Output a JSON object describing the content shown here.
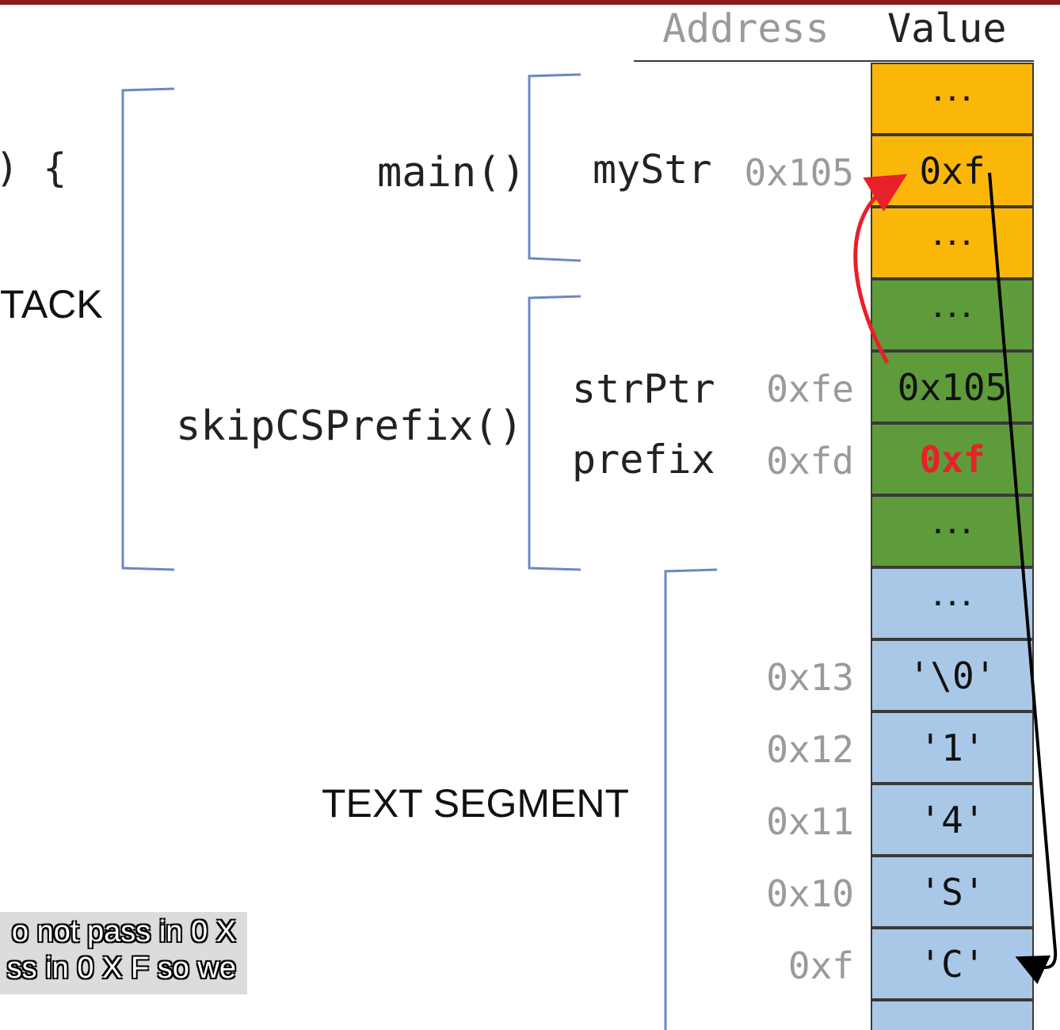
{
  "header": {
    "address": "Address",
    "value": "Value"
  },
  "left_text": {
    "code_fragment": ") {",
    "stack_fragment": "TACK"
  },
  "frames": {
    "main": "main()",
    "skip": "skipCSPrefix()",
    "text_segment": "TEXT SEGMENT"
  },
  "vars": {
    "mystr": {
      "name": "myStr",
      "addr": "0x105"
    },
    "strptr": {
      "name": "strPtr",
      "addr": "0xfe"
    },
    "prefix": {
      "name": "prefix",
      "addr": "0xfd"
    }
  },
  "text_addrs": [
    "0x13",
    "0x12",
    "0x11",
    "0x10",
    "0xf"
  ],
  "cells": [
    {
      "value": "...",
      "color": "#fbb60a"
    },
    {
      "value": "0xf",
      "color": "#fbb60a"
    },
    {
      "value": "...",
      "color": "#fbb60a"
    },
    {
      "value": "...",
      "color": "#5e9b3a"
    },
    {
      "value": "0x105",
      "color": "#5e9b3a"
    },
    {
      "value": "0xf",
      "color": "#5e9b3a"
    },
    {
      "value": "...",
      "color": "#5e9b3a"
    },
    {
      "value": "...",
      "color": "#a9c8e8"
    },
    {
      "value": "'\\0'",
      "color": "#a9c8e8"
    },
    {
      "value": "'1'",
      "color": "#a9c8e8"
    },
    {
      "value": "'4'",
      "color": "#a9c8e8"
    },
    {
      "value": "'S'",
      "color": "#a9c8e8"
    },
    {
      "value": "'C'",
      "color": "#a9c8e8"
    },
    {
      "value": "",
      "color": "#a9c8e8"
    }
  ],
  "highlight_color": "#e8202a",
  "bracket_color": "#6b88c4",
  "caption": {
    "line1": "o not pass in 0 X",
    "line2": "ss in 0 X F so we"
  }
}
